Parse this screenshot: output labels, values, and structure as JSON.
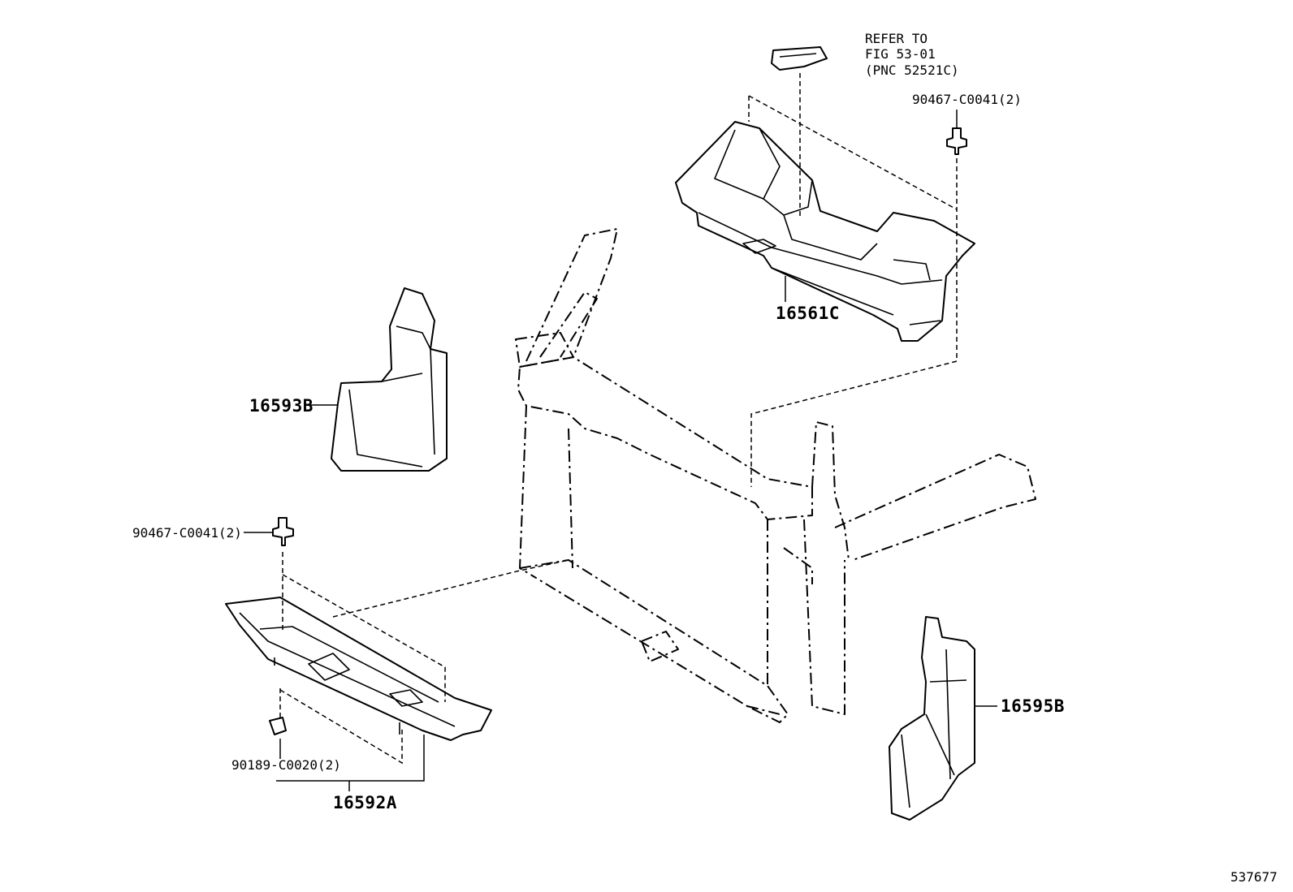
{
  "diagram": {
    "labels": {
      "refer": [
        "REFER TO",
        "FIG 53-01",
        "(PNC 52521C)"
      ],
      "clip_top": "90467-C0041(2)",
      "upper_cover": "16561C",
      "side_seal_left": "16593B",
      "clip_left": "90467-C0041(2)",
      "clip_bottom": "90189-C0020(2)",
      "lower_cover": "16592A",
      "side_seal_right": "16595B",
      "figure_number": "537677"
    }
  }
}
